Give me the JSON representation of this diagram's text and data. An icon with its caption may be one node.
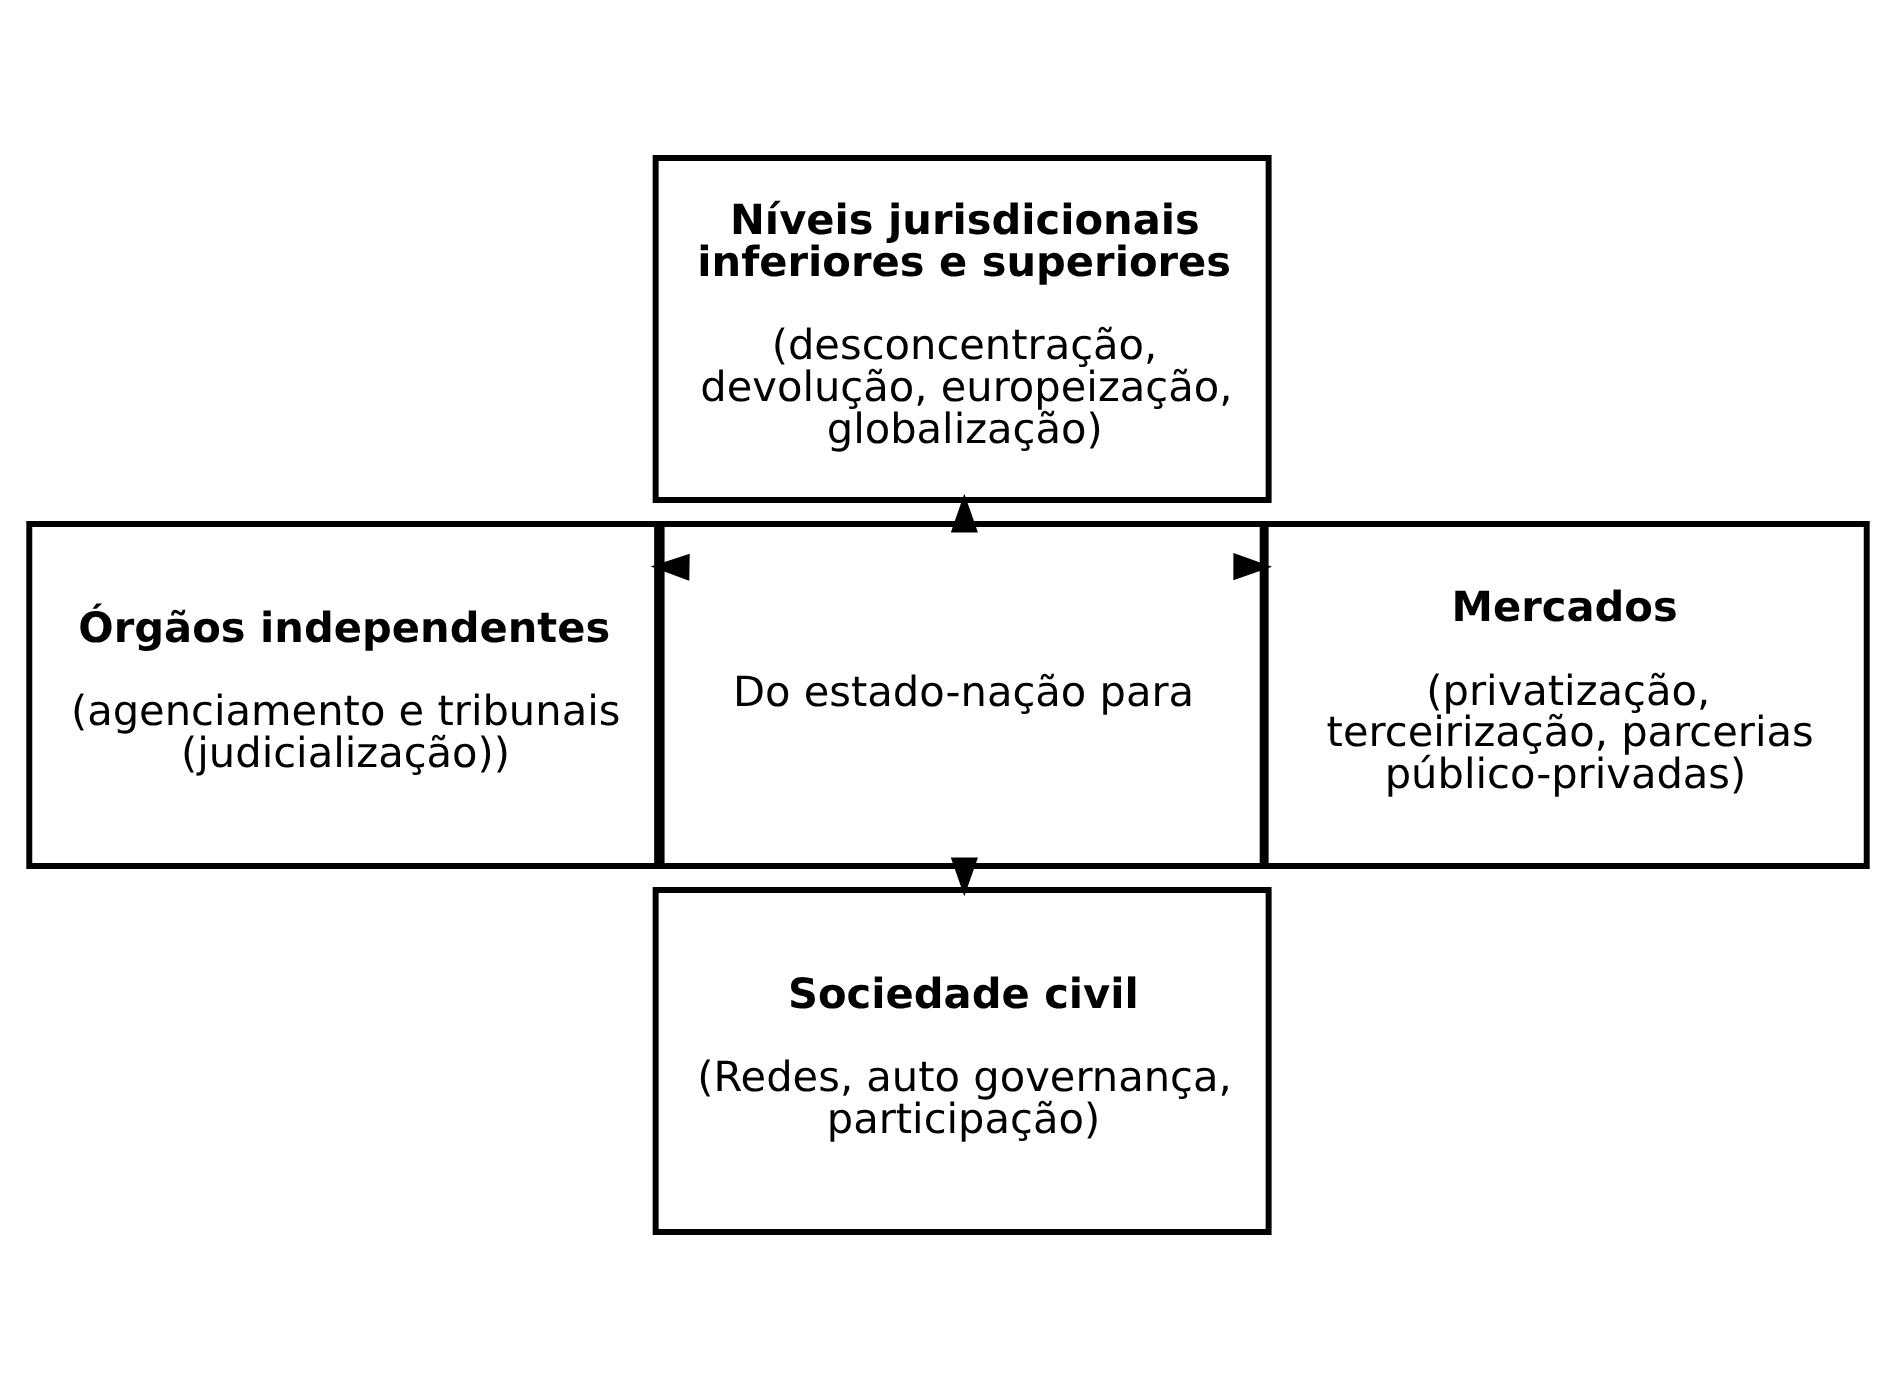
{
  "diagram": {
    "nodes": [
      {
        "text": [
          "Níveis jurisdicionais inferiores e superiores",
          "(desconcentração, devolução, europeização, globalização)"
        ]
      },
      {
        "text": [
          "Órgãos independentes",
          "(agenciamento e tribunais (judicialização))"
        ]
      },
      {
        "text": [
          "Do estado-nação para"
        ]
      },
      {
        "text": [
          "Mercados",
          "(privatização, terceirização, parcerias público-privadas)"
        ]
      },
      {
        "text": [
          "Sociedade civil",
          "(Redes, auto governança, participação)"
        ]
      }
    ],
    "edges": [
      {
        "from": 2,
        "to": 0,
        "arrow": "to"
      },
      {
        "from": 2,
        "to": 1,
        "arrow": "to"
      },
      {
        "from": 2,
        "to": 3,
        "arrow": "to"
      },
      {
        "from": 2,
        "to": 4,
        "arrow": "to"
      }
    ]
  }
}
